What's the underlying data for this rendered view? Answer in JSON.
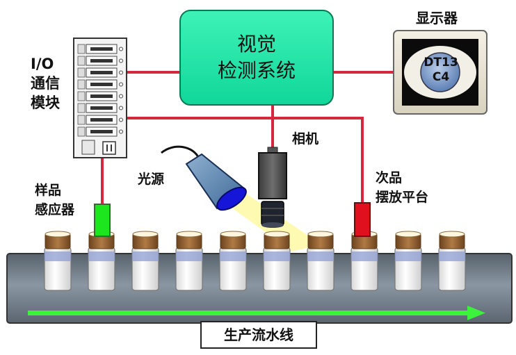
{
  "vision_system": {
    "label": "视觉\n检测系统"
  },
  "display": {
    "label": "显示器",
    "screen_text": "DT13\nC4"
  },
  "io_module": {
    "label": "I/O\n通信\n模块"
  },
  "camera": {
    "label": "相机"
  },
  "light": {
    "label": "光源"
  },
  "sample_sensor": {
    "label": "样品\n感应器"
  },
  "reject_platform": {
    "label": "次品\n摆放平台"
  },
  "production_line": {
    "label": "生产流水线"
  },
  "bottles": {
    "count": 10
  },
  "colors": {
    "vision_box": "#11d79a",
    "wire": "#d4283c",
    "conveyor": "#6d7a86",
    "arrow": "#3cf23c",
    "sensor": "#1ee61e",
    "reject": "#e0101e",
    "light_beam": "#fff9a8",
    "bottle_cap": "#8a5a2e"
  }
}
